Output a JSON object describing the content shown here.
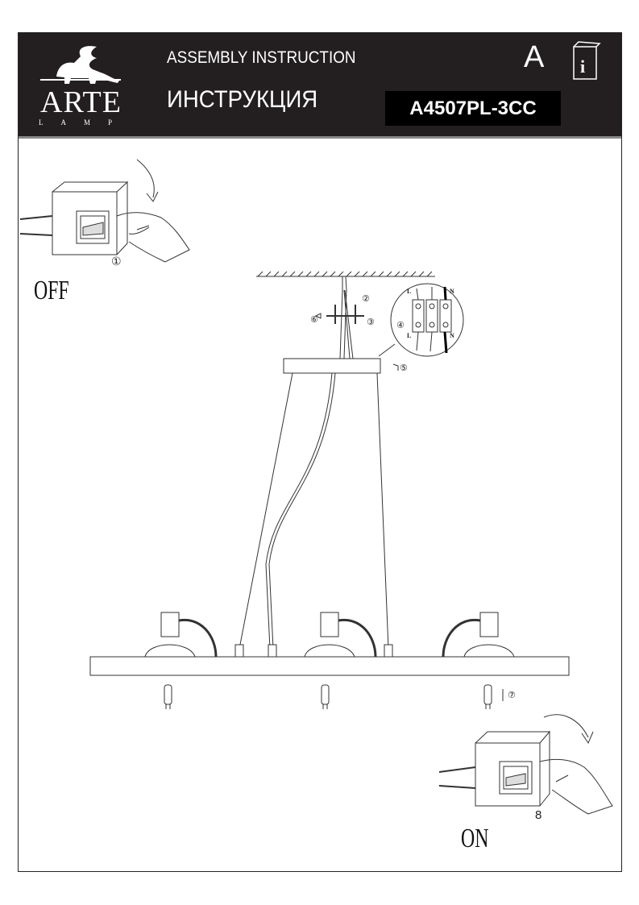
{
  "header": {
    "brand": "ARTE",
    "brand_sub": "LAMP",
    "title_en": "ASSEMBLY INSTRUCTION",
    "title_ru": "ИНСТРУКЦИЯ",
    "model": "A4507PL-3CC",
    "language_mark": "A"
  },
  "steps": {
    "s1": "①",
    "s2": "②",
    "s3": "③",
    "s4": "④",
    "s5": "⑤",
    "s6": "⑥",
    "s7": "⑦",
    "s8": "8"
  },
  "labels": {
    "off": "OFF",
    "on": "ON",
    "live": "L",
    "neutral": "N"
  }
}
